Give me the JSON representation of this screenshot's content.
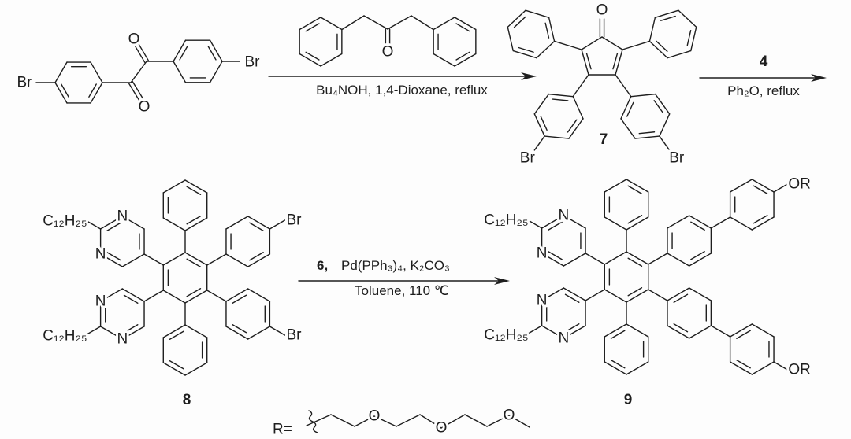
{
  "start_material": {
    "br_left": "Br",
    "br_right": "Br",
    "o_top": "O",
    "o_bottom": "O"
  },
  "reagent_ketone": {
    "o": "O"
  },
  "step1": {
    "conditions": "Bu₄NOH, 1,4-Dioxane, reflux"
  },
  "compound7": {
    "label": "7",
    "o": "O",
    "br_left": "Br",
    "br_right": "Br"
  },
  "step2": {
    "reagent": "4",
    "conditions": "Ph₂O, reflux"
  },
  "compound8": {
    "label": "8",
    "alkyl_top": "C₁₂H₂₅",
    "alkyl_bottom": "C₁₂H₂₅",
    "n_atoms": [
      "N",
      "N",
      "N",
      "N"
    ],
    "br_top": "Br",
    "br_bottom": "Br"
  },
  "step3": {
    "reagent": "6,",
    "catalyst": "Pd(PPh₃)₄, K₂CO₃",
    "conditions": "Toluene, 110 ℃"
  },
  "compound9": {
    "label": "9",
    "alkyl_top": "C₁₂H₂₅",
    "alkyl_bottom": "C₁₂H₂₅",
    "n_atoms": [
      "N",
      "N",
      "N",
      "N"
    ],
    "or_top": "OR",
    "or_bottom": "OR"
  },
  "r_group": {
    "label": "R=",
    "o_atoms": [
      "O",
      "O",
      "O"
    ]
  }
}
